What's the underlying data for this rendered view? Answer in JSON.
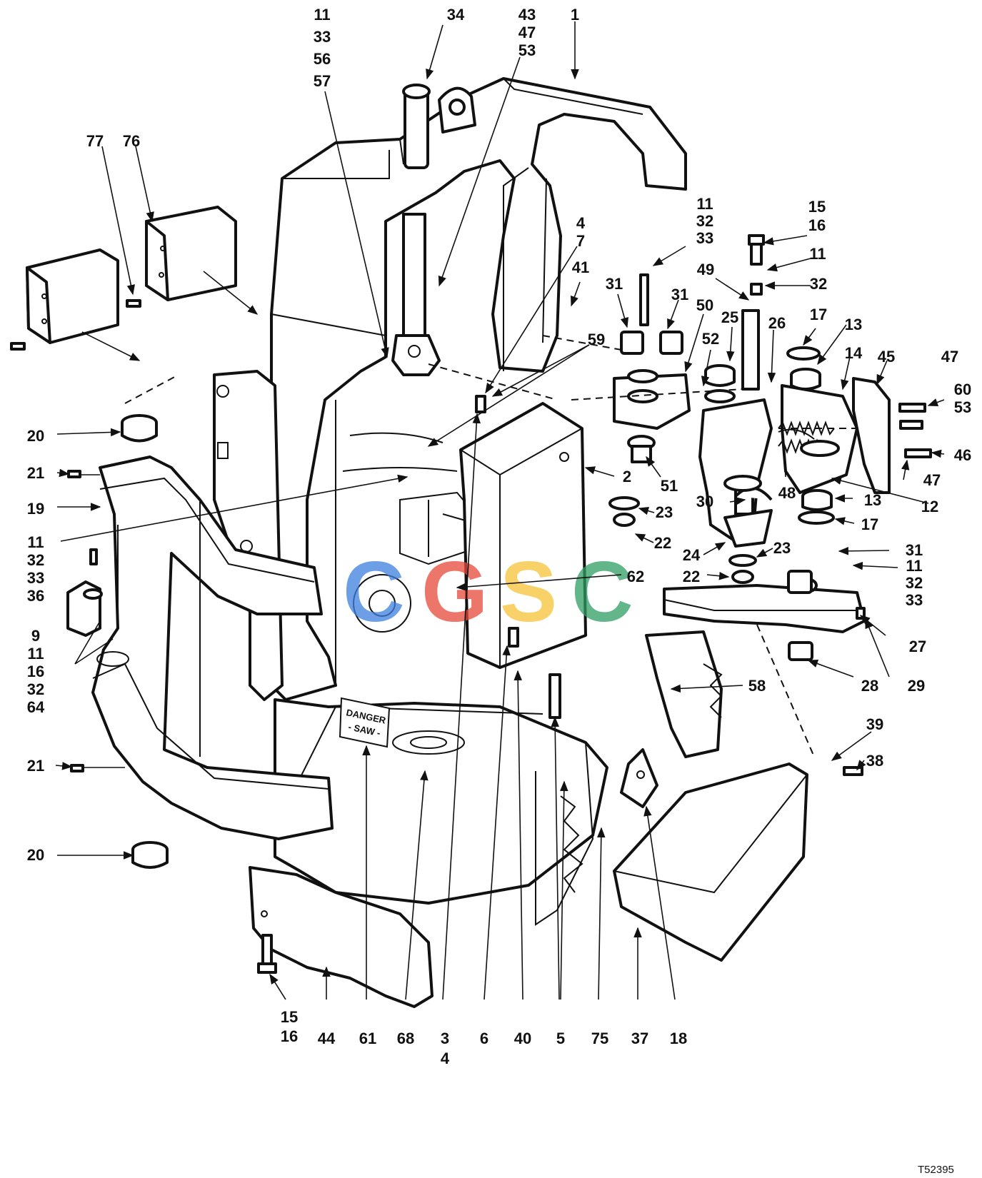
{
  "figure_id": "T52395",
  "danger_label": {
    "line1": "DANGER",
    "line2": "- SAW -"
  },
  "watermark": {
    "letters": [
      "C",
      "G",
      "S",
      "C"
    ],
    "colors": [
      "#3d7fe0",
      "#e8493a",
      "#f6c437",
      "#2e9e63"
    ]
  },
  "callouts": [
    {
      "id": "c-top-11-33-56-57",
      "lines": [
        "11",
        "33",
        "56",
        "57"
      ]
    },
    {
      "id": "c-34",
      "lines": [
        "34"
      ]
    },
    {
      "id": "c-43-47-53",
      "lines": [
        "43",
        "47",
        "53"
      ]
    },
    {
      "id": "c-1",
      "lines": [
        "1"
      ]
    },
    {
      "id": "c-77",
      "lines": [
        "77"
      ]
    },
    {
      "id": "c-76",
      "lines": [
        "76"
      ]
    },
    {
      "id": "c-4-7",
      "lines": [
        "4",
        "7"
      ]
    },
    {
      "id": "c-41",
      "lines": [
        "41"
      ]
    },
    {
      "id": "c-59",
      "lines": [
        "59"
      ]
    },
    {
      "id": "c-11-32-33-a",
      "lines": [
        "11",
        "32",
        "33"
      ]
    },
    {
      "id": "c-15-16-a",
      "lines": [
        "15",
        "16"
      ]
    },
    {
      "id": "c-11-a",
      "lines": [
        "11"
      ]
    },
    {
      "id": "c-49",
      "lines": [
        "49"
      ]
    },
    {
      "id": "c-32-a",
      "lines": [
        "32"
      ]
    },
    {
      "id": "c-31-a",
      "lines": [
        "31"
      ]
    },
    {
      "id": "c-31-b",
      "lines": [
        "31"
      ]
    },
    {
      "id": "c-50",
      "lines": [
        "50"
      ]
    },
    {
      "id": "c-25",
      "lines": [
        "25"
      ]
    },
    {
      "id": "c-26",
      "lines": [
        "26"
      ]
    },
    {
      "id": "c-17-a",
      "lines": [
        "17"
      ]
    },
    {
      "id": "c-13-a",
      "lines": [
        "13"
      ]
    },
    {
      "id": "c-52",
      "lines": [
        "52"
      ]
    },
    {
      "id": "c-14",
      "lines": [
        "14"
      ]
    },
    {
      "id": "c-45",
      "lines": [
        "45"
      ]
    },
    {
      "id": "c-47-a",
      "lines": [
        "47"
      ]
    },
    {
      "id": "c-60-53",
      "lines": [
        "60",
        "53"
      ]
    },
    {
      "id": "c-46",
      "lines": [
        "46"
      ]
    },
    {
      "id": "c-47-b",
      "lines": [
        "47"
      ]
    },
    {
      "id": "c-20-a",
      "lines": [
        "20"
      ]
    },
    {
      "id": "c-21-a",
      "lines": [
        "21"
      ]
    },
    {
      "id": "c-2",
      "lines": [
        "2"
      ]
    },
    {
      "id": "c-51",
      "lines": [
        "51"
      ]
    },
    {
      "id": "c-48",
      "lines": [
        "48"
      ]
    },
    {
      "id": "c-12",
      "lines": [
        "12"
      ]
    },
    {
      "id": "c-19",
      "lines": [
        "19"
      ]
    },
    {
      "id": "c-30",
      "lines": [
        "30"
      ]
    },
    {
      "id": "c-13-b",
      "lines": [
        "13"
      ]
    },
    {
      "id": "c-23-a",
      "lines": [
        "23"
      ]
    },
    {
      "id": "c-17-b",
      "lines": [
        "17"
      ]
    },
    {
      "id": "c-11-32-33-36",
      "lines": [
        "11",
        "32",
        "33",
        "36"
      ]
    },
    {
      "id": "c-22-a",
      "lines": [
        "22"
      ]
    },
    {
      "id": "c-24",
      "lines": [
        "24"
      ]
    },
    {
      "id": "c-23-b",
      "lines": [
        "23"
      ]
    },
    {
      "id": "c-31-c",
      "lines": [
        "31"
      ]
    },
    {
      "id": "c-11-32-33-b",
      "lines": [
        "11",
        "32",
        "33"
      ]
    },
    {
      "id": "c-22-b",
      "lines": [
        "22"
      ]
    },
    {
      "id": "c-62",
      "lines": [
        "62"
      ]
    },
    {
      "id": "c-9-11-16-32-64",
      "lines": [
        "9",
        "11",
        "16",
        "32",
        "64"
      ]
    },
    {
      "id": "c-27",
      "lines": [
        "27"
      ]
    },
    {
      "id": "c-28",
      "lines": [
        "28"
      ]
    },
    {
      "id": "c-29",
      "lines": [
        "29"
      ]
    },
    {
      "id": "c-58",
      "lines": [
        "58"
      ]
    },
    {
      "id": "c-39",
      "lines": [
        "39"
      ]
    },
    {
      "id": "c-38",
      "lines": [
        "38"
      ]
    },
    {
      "id": "c-21-b",
      "lines": [
        "21"
      ]
    },
    {
      "id": "c-20-b",
      "lines": [
        "20"
      ]
    },
    {
      "id": "c-15-16-b",
      "lines": [
        "15",
        "16"
      ]
    },
    {
      "id": "c-44",
      "lines": [
        "44"
      ]
    },
    {
      "id": "c-61",
      "lines": [
        "61"
      ]
    },
    {
      "id": "c-68",
      "lines": [
        "68"
      ]
    },
    {
      "id": "c-3-4",
      "lines": [
        "3",
        "4"
      ]
    },
    {
      "id": "c-6",
      "lines": [
        "6"
      ]
    },
    {
      "id": "c-40",
      "lines": [
        "40"
      ]
    },
    {
      "id": "c-5",
      "lines": [
        "5"
      ]
    },
    {
      "id": "c-75",
      "lines": [
        "75"
      ]
    },
    {
      "id": "c-37",
      "lines": [
        "37"
      ]
    },
    {
      "id": "c-18",
      "lines": [
        "18"
      ]
    }
  ]
}
